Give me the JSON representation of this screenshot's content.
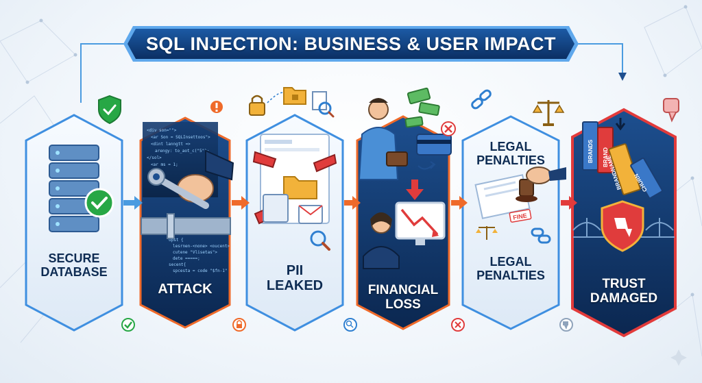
{
  "title": "SQL INJECTION: BUSINESS & USER IMPACT",
  "steps": [
    {
      "id": "secure-database",
      "label": "SECURE\nDATABASE",
      "status_icon": "check-icon",
      "badge_icon": "shield-check-icon",
      "color": "#1f9d55"
    },
    {
      "id": "attack",
      "label": "ATTACK",
      "status_icon": "lock-icon",
      "badge_icon": "alert-icon",
      "color": "#e8672a"
    },
    {
      "id": "pii-leaked",
      "label": "PII\nLEAKED",
      "status_icon": "magnifier-icon",
      "badge_icon": "folder-icon",
      "color": "#2f7fd0"
    },
    {
      "id": "financial-loss",
      "label": "FINANCIAL\nLOSS",
      "status_icon": "x-icon",
      "badge_icon": "money-icon",
      "color": "#e8672a"
    },
    {
      "id": "legal-penalties",
      "label": "LEGAL\nPENALTIES",
      "top_label": "LEGAL\nPENALTIES",
      "status_icon": "thumbs-down-icon",
      "badge_icon": "scales-icon",
      "color": "#1f5fa8"
    },
    {
      "id": "trust-damaged",
      "label": "TRUST\nDAMAGED",
      "status_icon": "",
      "badge_icon": "thumbs-down-icon",
      "color": "#e03c3c"
    }
  ],
  "illustration": {
    "code_lines": [
      "<div son=\"\">",
      "<ar Son = SQLInsettoos\">",
      "<dint lanngtt =>",
      "arengy: to_aot_c(\"5\");",
      "</sol>",
      "<ar ms = 1;"
    ],
    "code_lines_bottom": [
      "upst {",
      "lesrnen-<none> <oucent>",
      "cutene \"Vlisetas\">",
      "dete =====;",
      "secent{",
      "spcesta = code \"$fn-1\""
    ],
    "blocks": [
      "BRANDS",
      "BRAND",
      "BRANDNAME",
      "CHURN"
    ],
    "fine_stamp": "FINE"
  },
  "colors": {
    "navy": "#0d2b52",
    "banner": "#123f7a",
    "accent_blue": "#2a7fd4",
    "orange": "#ef6a2a",
    "red": "#e23b3b",
    "green": "#27a745"
  }
}
